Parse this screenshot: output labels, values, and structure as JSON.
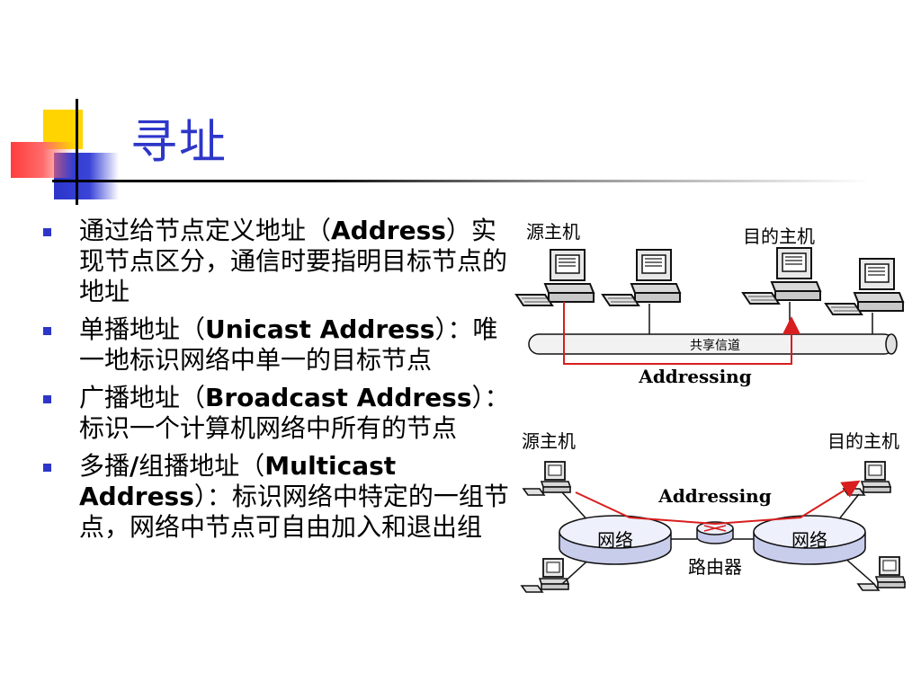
{
  "slide": {
    "title": "寻址",
    "bullets": [
      {
        "pre": "通过给节点定义地址（",
        "term": "Address",
        "post": "）实现节点区分，通信时要指明目标节点的地址"
      },
      {
        "pre": "单播地址（",
        "term": "Unicast Address",
        "post": "）：唯一地标识网络中单一的目标节点"
      },
      {
        "pre": "广播地址（",
        "term": "Broadcast Address",
        "post": "）：标识一个计算机网络中所有的节点"
      },
      {
        "pre": "多播",
        "term": "/",
        "mid": "组播地址（",
        "term2": "Multicast Address",
        "post": "）：标识网络中特定的一组节点，网络中节点可自由加入和退出组"
      }
    ]
  },
  "diagram_top": {
    "source_label": "源主机",
    "dest_label": "目的主机",
    "channel_label": "共享信道",
    "addressing_label": "Addressing"
  },
  "diagram_bottom": {
    "source_label": "源主机",
    "dest_label": "目的主机",
    "addressing_label": "Addressing",
    "network_left": "网络",
    "network_right": "网络",
    "router_label": "路由器"
  },
  "colors": {
    "title": "#2d36c8",
    "bullet": "#2d36c8",
    "arrow": "#d81e1e"
  }
}
